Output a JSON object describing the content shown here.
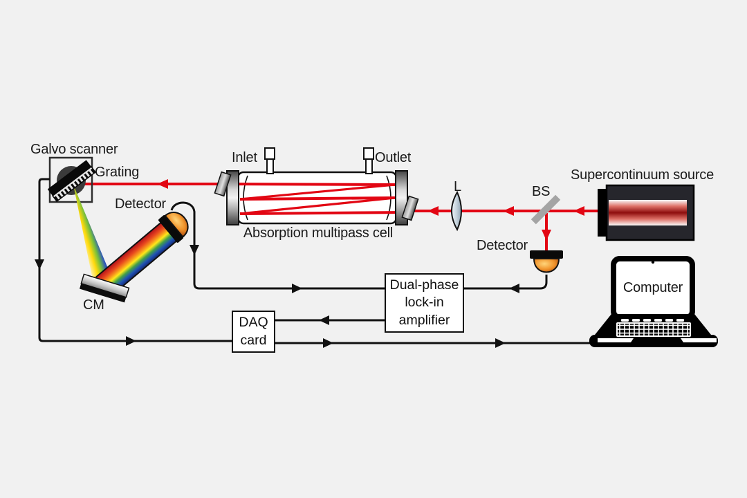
{
  "figure": {
    "type": "optical-setup-schematic",
    "labels": {
      "galvo_scanner": "Galvo scanner",
      "grating": "Grating",
      "spectral_detector": "Detector",
      "concave_mirror": "CM",
      "inlet": "Inlet",
      "outlet": "Outlet",
      "multipass_cell": "Absorption multipass cell",
      "lens": "L",
      "beam_splitter": "BS",
      "reference_detector": "Detector",
      "source": "Supercontinuum source",
      "computer": "Computer"
    },
    "boxes": {
      "lock_in": {
        "line1": "Dual-phase",
        "line2": "lock-in",
        "line3": "amplifier"
      },
      "daq": {
        "line1": "DAQ",
        "line2": "card"
      }
    },
    "colors": {
      "background": "#f1f1f1",
      "beam_red": "#e20613",
      "wire_black": "#111111",
      "source_body": "#26262c",
      "beam_splitter_gray": "#a4a4a4",
      "detector_orange": "#f0932b",
      "spectrum": [
        "#cf1c1c",
        "#f2781f",
        "#ffe81a",
        "#3fae49",
        "#2038a8"
      ]
    }
  }
}
